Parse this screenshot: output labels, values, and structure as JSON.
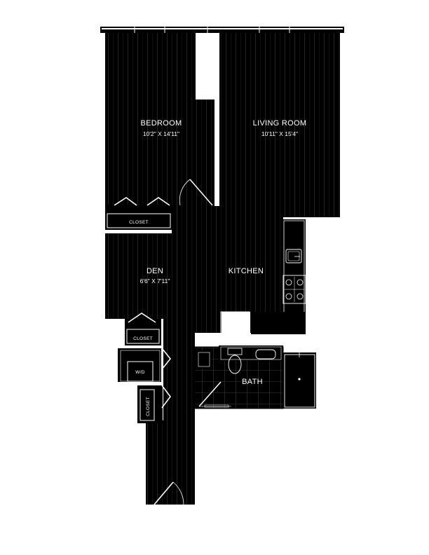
{
  "rooms": {
    "bedroom": {
      "name": "BEDROOM",
      "dims": "10'2\" X 14'11\""
    },
    "living": {
      "name": "LIVING ROOM",
      "dims": "10'11\" X 15'4\""
    },
    "den": {
      "name": "DEN",
      "dims": "6'6\" X 7'11\""
    },
    "kitchen": {
      "name": "KITCHEN"
    },
    "bath": {
      "name": "BATH"
    }
  },
  "labels": {
    "closet_bedroom": "CLOSET",
    "closet_den": "CLOSET",
    "washer_dryer": "W/D",
    "closet_hall": "CLOSET"
  },
  "colors": {
    "floor": "#000000",
    "walls": "#000000",
    "lines": "#ffffff",
    "background": "#ffffff"
  }
}
